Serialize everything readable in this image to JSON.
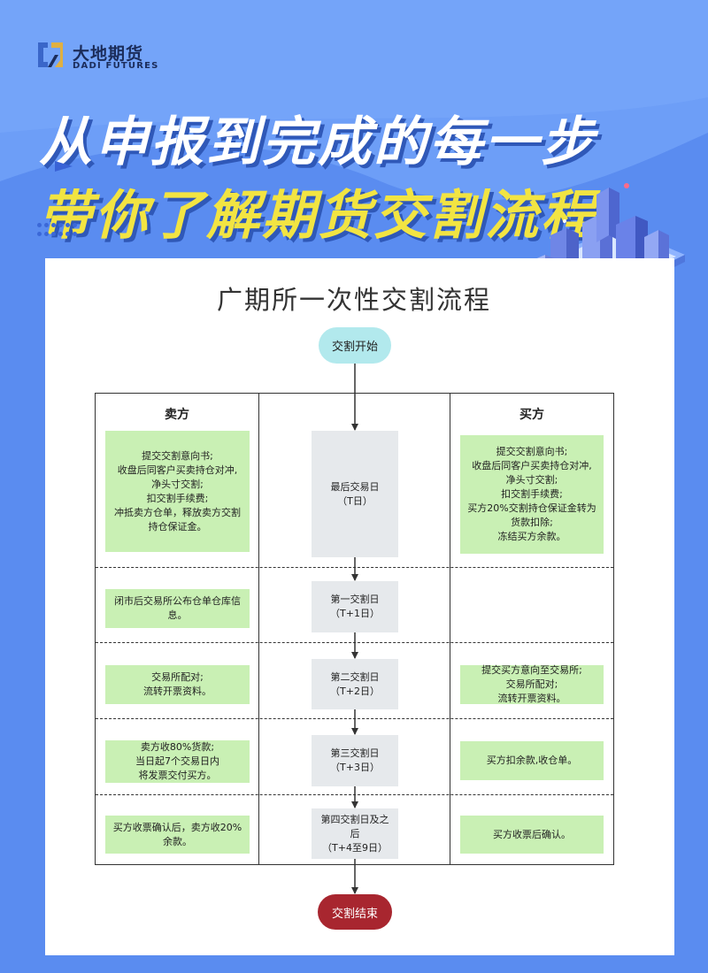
{
  "brand": {
    "name_cn": "大地期货",
    "name_en": "DADI FUTURES"
  },
  "headline": {
    "line1": "从申报到完成的每一步",
    "line2": "带你了解期货交割流程"
  },
  "diagram": {
    "title": "广期所一次性交割流程",
    "start_label": "交割开始",
    "end_label": "交割结束",
    "seller_header": "卖方",
    "buyer_header": "买方",
    "rows": [
      {
        "seller": "提交交割意向书;\n收盘后同客户买卖持仓对冲,\n净头寸交割;\n扣交割手续费;\n冲抵卖方仓单，释放卖方交割\n持仓保证金。",
        "day": "最后交易日\n（T日）",
        "buyer": "提交交割意向书;\n收盘后同客户买卖持仓对冲,\n净头寸交割;\n扣交割手续费;\n买方20%交割持仓保证金转为\n货款扣除;\n冻结买方余款。"
      },
      {
        "seller": "闭市后交易所公布仓单仓库信\n息。",
        "day": "第一交割日\n（T+1日）",
        "buyer": ""
      },
      {
        "seller": "交易所配对;\n流转开票资料。",
        "day": "第二交割日\n（T+2日）",
        "buyer": "提交买方意向至交易所;\n交易所配对;\n流转开票资料。"
      },
      {
        "seller": "卖方收80%货款;\n当日起7个交易日内\n将发票交付买方。",
        "day": "第三交割日\n（T+3日）",
        "buyer": "买方扣余款,收仓单。"
      },
      {
        "seller": "买方收票确认后，卖方收20%\n余款。",
        "day": "第四交割日及之\n后\n（T+4至9日）",
        "buyer": "买方收票后确认。"
      }
    ]
  },
  "colors": {
    "background": "#6d9ef7",
    "headline_white": "#ffffff",
    "headline_yellow": "#f2e442",
    "green_box": "#c9f0b4",
    "gray_box": "#e6e9ec",
    "start_pill": "#b2e9ed",
    "end_pill": "#a8262f"
  }
}
